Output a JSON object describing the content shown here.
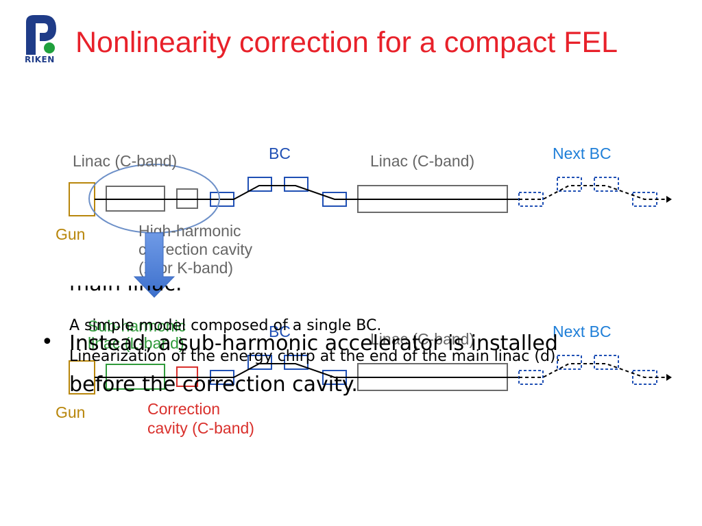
{
  "slide": {
    "title": "Nonlinearity correction for a compact FEL",
    "logo_text": "RIKEN"
  },
  "diagram_top": {
    "labels": {
      "linac_left": "Linac (C-band)",
      "bc": "BC",
      "linac_right": "Linac (C-band)",
      "next_bc": "Next BC",
      "gun": "Gun",
      "cavity_line1": "High-harmonic",
      "cavity_line2": "correction cavity",
      "cavity_line3": "(X or K-band)"
    }
  },
  "diagram_bottom": {
    "labels": {
      "sub_harmonic_line1": "Sub-harmonic",
      "sub_harmonic_line2": "linac (L-band)",
      "bc": "BC",
      "linac_right": "Linac (C-band)",
      "next_bc": "Next BC",
      "gun": "Gun",
      "correction_line1": "Correction",
      "correction_line2": "cavity (C-band)"
    }
  },
  "captions": {
    "cut_text": "main linac.",
    "line1": "A simple model composed of a single BC.",
    "line2": "Linearization of the energy chirp at the end of the main linac (d)."
  },
  "bullet": {
    "symbol": "•",
    "line1": "Instead, a sub-harmonic accelerator is installed",
    "line2": "before the correction cavity."
  },
  "colors": {
    "title": "#e8212a",
    "gun": "#b8860b",
    "blue": "#1f4fb4",
    "next_bc": "#1f7fd8",
    "gray": "#6a6a6a",
    "green": "#2f9a3a",
    "red": "#d9302c",
    "arrow": "#4a7fd6"
  }
}
